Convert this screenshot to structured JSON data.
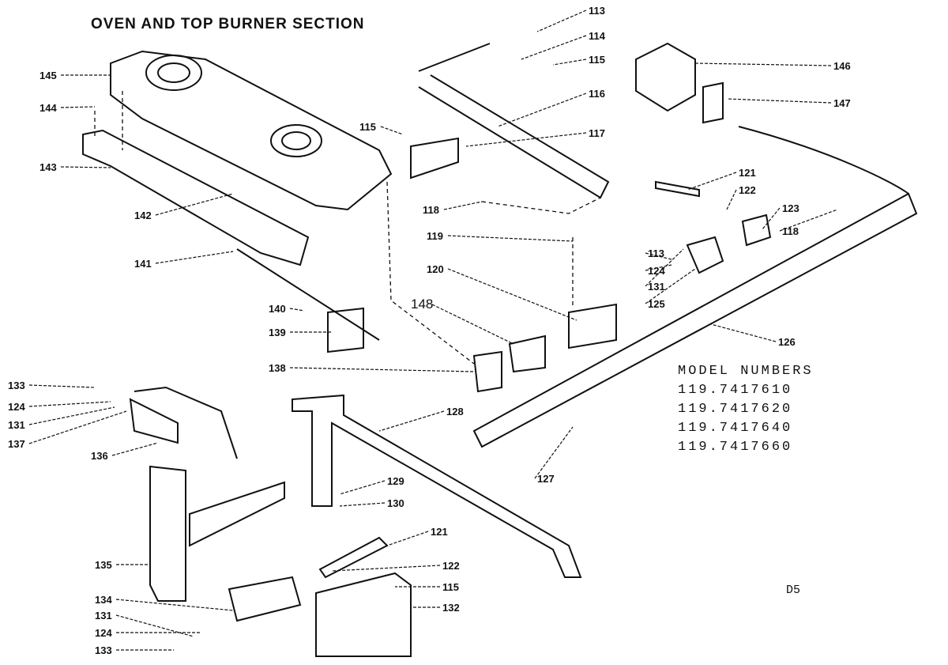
{
  "title": "OVEN AND TOP BURNER SECTION",
  "model_numbers": {
    "heading": "MODEL NUMBERS",
    "items": [
      "119.7417610",
      "119.7417620",
      "119.7417640",
      "119.7417660"
    ]
  },
  "sheet_id": "D5",
  "callouts": [
    "113",
    "114",
    "115",
    "116",
    "117",
    "115",
    "118",
    "119",
    "120",
    "148",
    "121",
    "122",
    "123",
    "118",
    "113",
    "124",
    "131",
    "125",
    "126",
    "127",
    "128",
    "129",
    "130",
    "121",
    "122",
    "115",
    "132",
    "133",
    "124",
    "131",
    "137",
    "136",
    "135",
    "134",
    "131",
    "124",
    "133",
    "138",
    "139",
    "140",
    "141",
    "142",
    "143",
    "144",
    "145",
    "146",
    "147"
  ]
}
